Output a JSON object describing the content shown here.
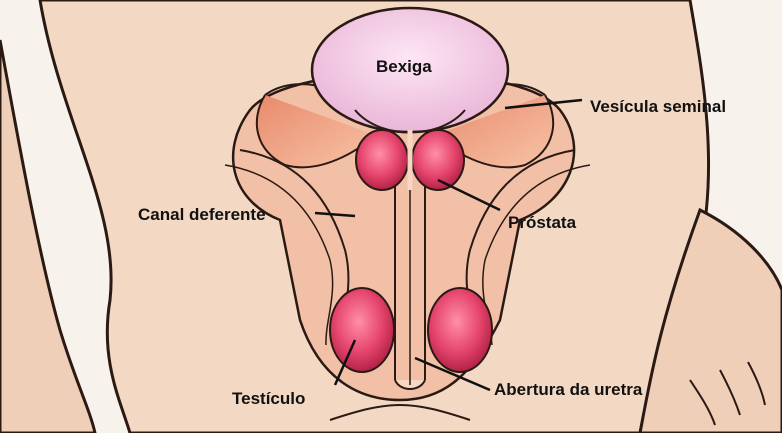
{
  "labels": {
    "bexiga": "Bexiga",
    "vesicula_seminal": "Vesícula seminal",
    "canal_deferente": "Canal deferente",
    "prostata": "Próstata",
    "testiculo": "Testículo",
    "abertura_uretra": "Abertura da uretra"
  },
  "colors": {
    "background": "#f7f3ec",
    "skin": "#f3d8c2",
    "tissue": "#f0a98a",
    "bladder": "#f3c6e2",
    "gland": "#e23f68",
    "outline": "#2b1a14"
  }
}
